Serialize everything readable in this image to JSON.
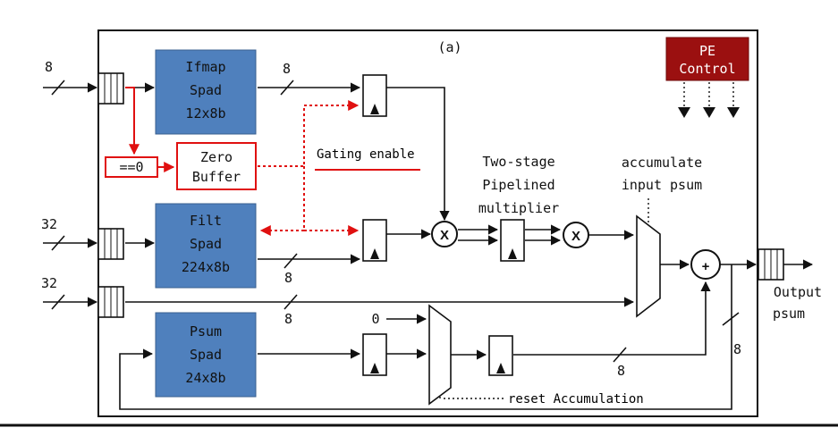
{
  "figure_label": "(a)",
  "blocks": {
    "ifmap": [
      "Ifmap",
      "Spad",
      "12x8b"
    ],
    "filt": [
      "Filt",
      "Spad",
      "224x8b"
    ],
    "psum": [
      "Psum",
      "Spad",
      "24x8b"
    ],
    "pe_control": [
      "PE",
      "Control"
    ],
    "zero_buffer": [
      "Zero",
      "Buffer"
    ],
    "zero_compare": "==0"
  },
  "labels": {
    "gating_enable": "Gating enable",
    "two_stage": [
      "Two-stage",
      "Pipelined",
      "multiplier"
    ],
    "accumulate": [
      "accumulate",
      "input psum"
    ],
    "output": [
      "Output",
      "psum"
    ],
    "reset": "reset Accumulation",
    "zero_input": "0"
  },
  "bit_widths": {
    "in_ifmap": "8",
    "in_filt": "32",
    "in_psum": "32",
    "ifmap_out": "8",
    "filt_out": "8",
    "psum_bus": "8",
    "acc_to_add": "8",
    "feedback": "8"
  },
  "operators": {
    "multiply": "X",
    "add": "+"
  },
  "colors": {
    "block": "#4f80bd",
    "pe_control": "#9b1010",
    "highlight": "#e01010"
  }
}
